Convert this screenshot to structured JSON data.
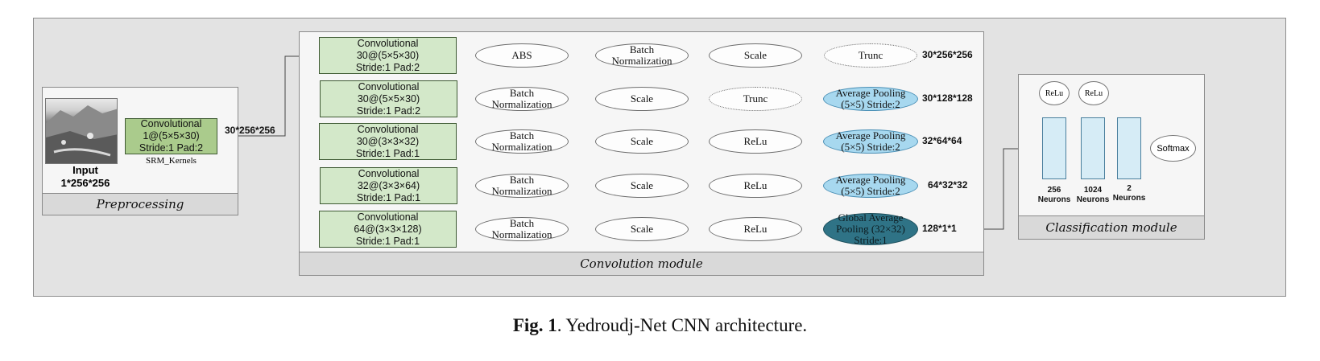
{
  "preprocessing": {
    "input_label": "Input",
    "input_dims": "1*256*256",
    "conv_lines": [
      "Convolutional",
      "1@(5×5×30)",
      "Stride:1 Pad:2"
    ],
    "kernel_label": "SRM_Kernels",
    "output_dim": "30*256*256",
    "module_label": "Preprocessing"
  },
  "convolution": {
    "module_label": "Convolution module",
    "rows": [
      {
        "conv_lines": [
          "Convolutional",
          "30@(5×5×30)",
          "Stride:1 Pad:2"
        ],
        "ops": [
          [
            "ABS"
          ],
          [
            "Batch",
            "Normalization"
          ],
          [
            "Scale"
          ],
          [
            "Trunc"
          ]
        ],
        "output_dim": "30*256*256"
      },
      {
        "conv_lines": [
          "Convolutional",
          "30@(5×5×30)",
          "Stride:1 Pad:2"
        ],
        "ops": [
          [
            "Batch",
            "Normalization"
          ],
          [
            "Scale"
          ],
          [
            "Trunc"
          ],
          [
            "Average Pooling",
            "(5×5) Stride:2"
          ]
        ],
        "output_dim": "30*128*128"
      },
      {
        "conv_lines": [
          "Convolutional",
          "30@(3×3×32)",
          "Stride:1 Pad:1"
        ],
        "ops": [
          [
            "Batch",
            "Normalization"
          ],
          [
            "Scale"
          ],
          [
            "ReLu"
          ],
          [
            "Average Pooling",
            "(5×5) Stride:2"
          ]
        ],
        "output_dim": "32*64*64"
      },
      {
        "conv_lines": [
          "Convolutional",
          "32@(3×3×64)",
          "Stride:1  Pad:1"
        ],
        "ops": [
          [
            "Batch",
            "Normalization"
          ],
          [
            "Scale"
          ],
          [
            "ReLu"
          ],
          [
            "Average Pooling",
            "(5×5) Stride:2"
          ]
        ],
        "output_dim": "64*32*32"
      },
      {
        "conv_lines": [
          "Convolutional",
          "64@(3×3×128)",
          "Stride:1 Pad:1"
        ],
        "ops": [
          [
            "Batch",
            "Normalization"
          ],
          [
            "Scale"
          ],
          [
            "ReLu"
          ],
          [
            "Global Average",
            "Pooling (32×32)",
            "Stride:1"
          ]
        ],
        "output_dim": "128*1*1"
      }
    ]
  },
  "classification": {
    "module_label": "Classification module",
    "relu_label": "ReLu",
    "layers": [
      {
        "count": "256",
        "unit": "Neurons"
      },
      {
        "count": "1024",
        "unit": "Neurons"
      },
      {
        "count": "2",
        "unit": "Neurons"
      }
    ],
    "softmax_label": "Softmax"
  },
  "caption": {
    "bold": "Fig. 1",
    "rest": ". Yedroudj-Net CNN architecture."
  },
  "colors": {
    "conv_fill": "#d3e8c9",
    "srm_fill": "#aacb8c",
    "pool_fill": "#a7d8ef",
    "global_pool_fill": "#2f7386",
    "neuron_fill": "#d6ecf6"
  }
}
